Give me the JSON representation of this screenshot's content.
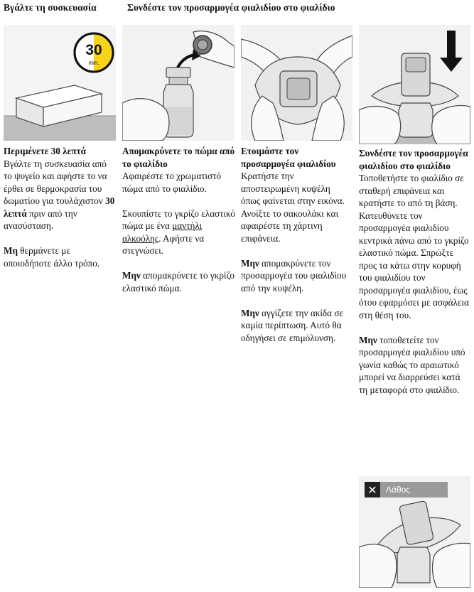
{
  "headers": {
    "remove_pack": "Βγάλτε τη συσκευασία",
    "attach_adapter": "Συνδέστε τον προσαρμογέα φιαλιδίου στο φιαλίδιο"
  },
  "timer_badge": {
    "number": "30",
    "unit": "min."
  },
  "step1": {
    "title_bold": "Περιμένετε 30 λεπτά",
    "body_1": "Βγάλτε τη συσκευασία από το ψυγείο και αφήστε το να έρθει σε θερμοκρασία του δωματίου για τουλάχιστον ",
    "body_bold": "30 λεπτά",
    "body_2": " πριν από την ανασύσταση.",
    "note_bold": "Μη",
    "note_rest": " θερμάνετε με οποιοδήποτε άλλο τρόπο."
  },
  "step2": {
    "title": "Απομακρύνετε το πώμα από το φιαλίδιο",
    "body": "Αφαιρέστε το χρωματιστό πώμα από το φιαλίδιο.",
    "clean_1": "Σκουπίστε το γκρίζο ελαστικό πώμα με ένα ",
    "clean_link": "μαντήλι αλκοόλης",
    "clean_2": ". Αφήστε να στεγνώσει.",
    "note_bold": "Μην",
    "note_rest": " απομακρύνετε το γκρίζο ελαστικό πώμα."
  },
  "step3": {
    "title": "Ετοιμάστε τον προσαρμογέα φιαλιδίου",
    "body": "Κρατήστε την αποστειρωμένη κυψέλη όπως φαίνεται στην εικόνα.",
    "body2": "Ανοίξτε το σακουλάκι και αφαιρέστε τη χάρτινη επιφάνεια.",
    "note1_bold": "Μην",
    "note1_rest": " απομακρύνετε τον προσαρμογέα του φιαλιδίου από την κυψέλη.",
    "note2_bold": "Μην",
    "note2_rest": " αγγίζετε την ακίδα σε καμία περίπτωση. Αυτό θα οδηγήσει σε επιμόλυνση."
  },
  "step4": {
    "title": "Συνδέστε τον προσαρμογέα φιαλιδίου στο φιαλίδιο",
    "body": "Τοποθετήστε το φιαλίδιο σε σταθερή επιφάνεια και κρατήστε το από τη βάση.",
    "body2": "Κατευθύνετε τον προσαρμογέα φιαλιδίου κεντρικά πάνω από το γκρίζο ελαστικό πώμα. Σπρώξτε προς τα κάτω στην κορυφή του φιαλιδίου τον προσαρμογέα φιαλιδίου, έως ότου εφαρμόσει με ασφάλεια στη θέση του.",
    "note_bold": "Μην",
    "note_rest": " τοποθετείτε τον προσαρμογέα φιαλιδίου υπό γωνία καθώς το αραιωτικό μπορεί να διαρρεύσει κατά τη μεταφορά στο φιαλίδιο."
  },
  "wrong_badge": {
    "icon": "close-icon",
    "label": "Λάθος"
  },
  "colors": {
    "timer_yellow": "#f7d418",
    "image_bg": "#f2f2f2",
    "wrong_gray": "#9a9a9a"
  }
}
